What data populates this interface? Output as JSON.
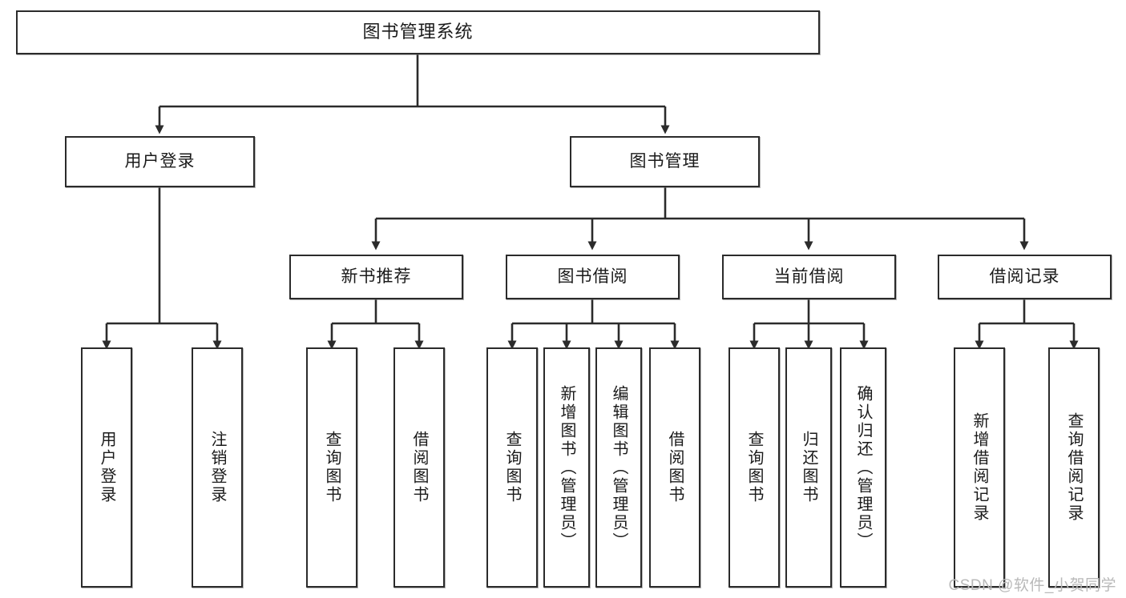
{
  "diagram": {
    "title": "图书管理系统",
    "type": "tree-hierarchy",
    "watermark": "CSDN @软件_小贺同学",
    "colors": {
      "stroke": "#2b2b2b",
      "fill": "#ffffff",
      "text": "#1a1a1a",
      "watermark": "#b9b9b9"
    },
    "levels": {
      "root": {
        "label": "图书管理系统"
      },
      "level2": [
        {
          "label": "用户登录"
        },
        {
          "label": "图书管理"
        }
      ],
      "level3": [
        {
          "label": "新书推荐"
        },
        {
          "label": "图书借阅"
        },
        {
          "label": "当前借阅"
        },
        {
          "label": "借阅记录"
        }
      ],
      "leaves": [
        {
          "label": "用户登录",
          "parent": "用户登录"
        },
        {
          "label": "注销登录",
          "parent": "用户登录"
        },
        {
          "label": "查询图书",
          "parent": "新书推荐"
        },
        {
          "label": "借阅图书",
          "parent": "新书推荐"
        },
        {
          "label": "查询图书",
          "parent": "图书借阅"
        },
        {
          "label": "新增图书（管理员）",
          "parent": "图书借阅"
        },
        {
          "label": "编辑图书（管理员）",
          "parent": "图书借阅"
        },
        {
          "label": "借阅图书",
          "parent": "图书借阅"
        },
        {
          "label": "查询图书",
          "parent": "当前借阅"
        },
        {
          "label": "归还图书",
          "parent": "当前借阅"
        },
        {
          "label": "确认归还（管理员）",
          "parent": "当前借阅"
        },
        {
          "label": "新增借阅记录",
          "parent": "借阅记录"
        },
        {
          "label": "查询借阅记录",
          "parent": "借阅记录"
        }
      ]
    }
  }
}
